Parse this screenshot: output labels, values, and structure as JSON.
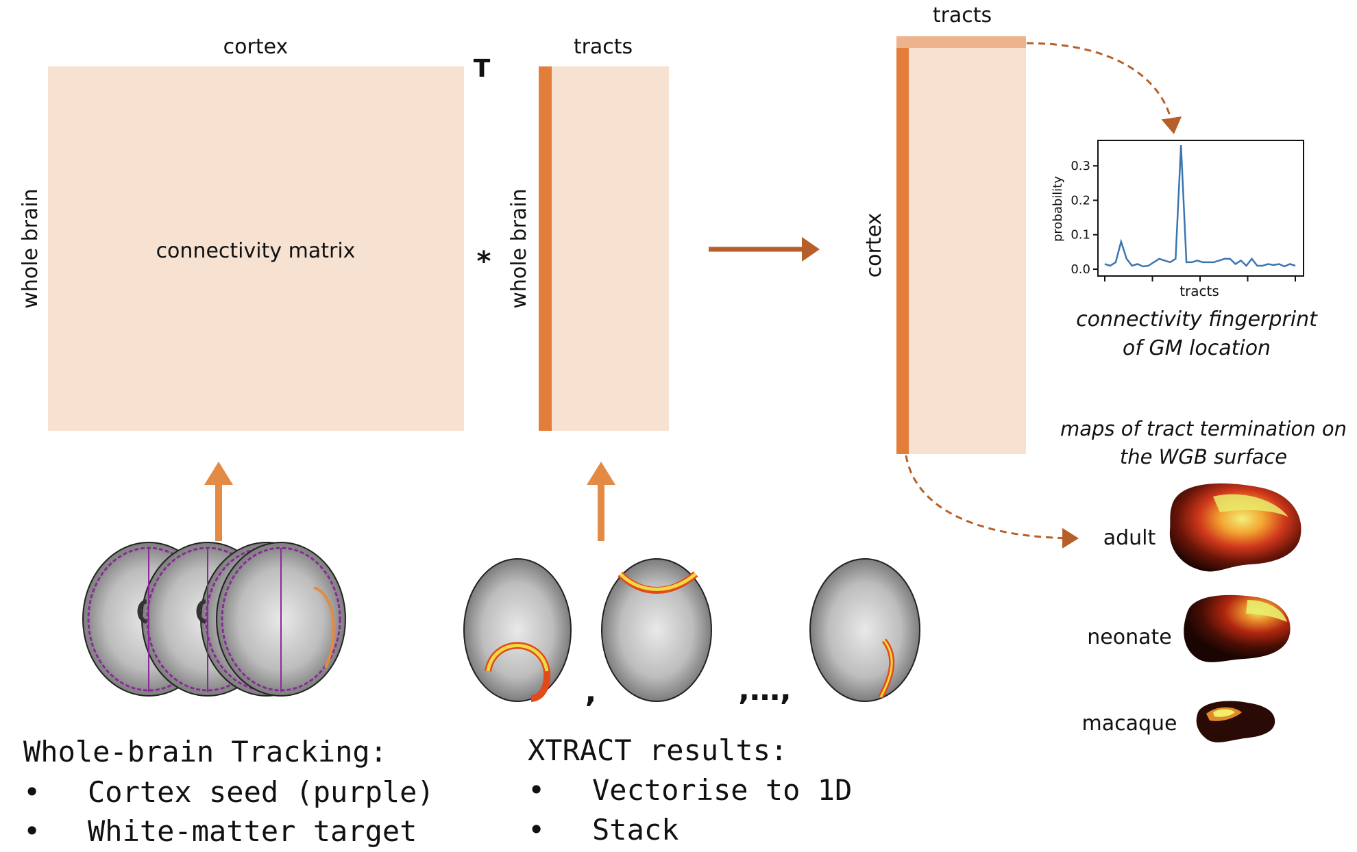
{
  "matrix1": {
    "top_label": "cortex",
    "side_label": "whole brain",
    "center_label": "connectivity matrix",
    "transpose": "T"
  },
  "operator": "*",
  "matrix2": {
    "top_label": "tracts",
    "side_label": "whole brain"
  },
  "matrix3": {
    "top_label": "tracts",
    "side_label": "cortex"
  },
  "fingerprint": {
    "caption_line1": "connectivity fingerprint",
    "caption_line2": "of GM location",
    "chart_data": {
      "type": "line",
      "xlabel": "tracts",
      "ylabel": "probability",
      "ylim": [
        0,
        0.37
      ],
      "y_ticks": [
        "0.0",
        "0.1",
        "0.2",
        "0.3"
      ],
      "y_tick_values": [
        0.0,
        0.1,
        0.2,
        0.3
      ],
      "series": [
        {
          "values": [
            0.015,
            0.01,
            0.02,
            0.08,
            0.03,
            0.01,
            0.015,
            0.008,
            0.01,
            0.02,
            0.03,
            0.025,
            0.02,
            0.03,
            0.36,
            0.02,
            0.02,
            0.025,
            0.02,
            0.02,
            0.02,
            0.025,
            0.03,
            0.03,
            0.015,
            0.025,
            0.01,
            0.03,
            0.01,
            0.01,
            0.015,
            0.012,
            0.015,
            0.008,
            0.015,
            0.01
          ]
        }
      ],
      "color": "#3b75af"
    }
  },
  "termination": {
    "title_line1": "maps of tract termination on",
    "title_line2": "the WGB surface",
    "species": [
      "adult",
      "neonate",
      "macaque"
    ]
  },
  "whole_brain": {
    "title": "Whole-brain Tracking:",
    "bullets": [
      "Cortex seed (purple)",
      "White-matter target"
    ]
  },
  "xtract": {
    "title": "XTRACT results:",
    "bullets": [
      "Vectorise to 1D",
      "Stack"
    ],
    "comma": ",",
    "ellipsis": ",…,"
  },
  "bullet_char": "•",
  "colors": {
    "matrix_fill": "#f7e2d2",
    "accent_orange": "#e27e3a",
    "arrow_orange": "#e38a45",
    "dark_arrow": "#b65f2a",
    "fingerprint_line": "#3b75af",
    "purple_outline": "#8a2a9a"
  }
}
